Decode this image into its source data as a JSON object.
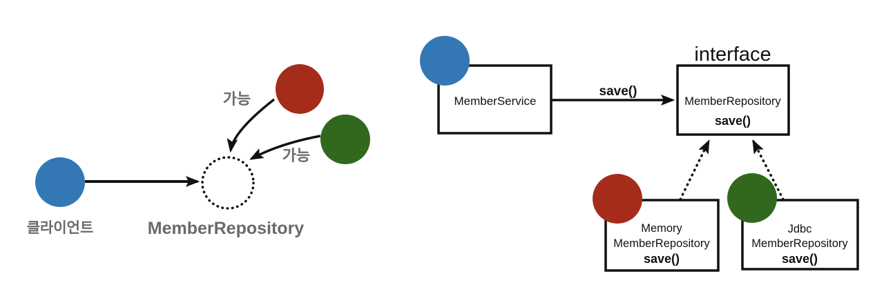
{
  "colors": {
    "circle_blue": "#3378b5",
    "circle_red": "#a52c1a",
    "circle_green": "#31681d",
    "label_gray": "#6a6a6a",
    "line_black": "#111111",
    "background": "#ffffff"
  },
  "left": {
    "client_label": "클라이언트",
    "repo_label": "MemberRepository",
    "note_top": "가능",
    "note_bottom": "가능"
  },
  "right": {
    "interface_title": "interface",
    "service_box": "MemberService",
    "arrow_label": "save()",
    "interface_box": {
      "name": "MemberRepository",
      "method": "save()"
    },
    "memory_box": {
      "line1": "Memory",
      "line2": "MemberRepository",
      "method": "save()"
    },
    "jdbc_box": {
      "line1": "Jdbc",
      "line2": "MemberRepository",
      "method": "save()"
    }
  }
}
